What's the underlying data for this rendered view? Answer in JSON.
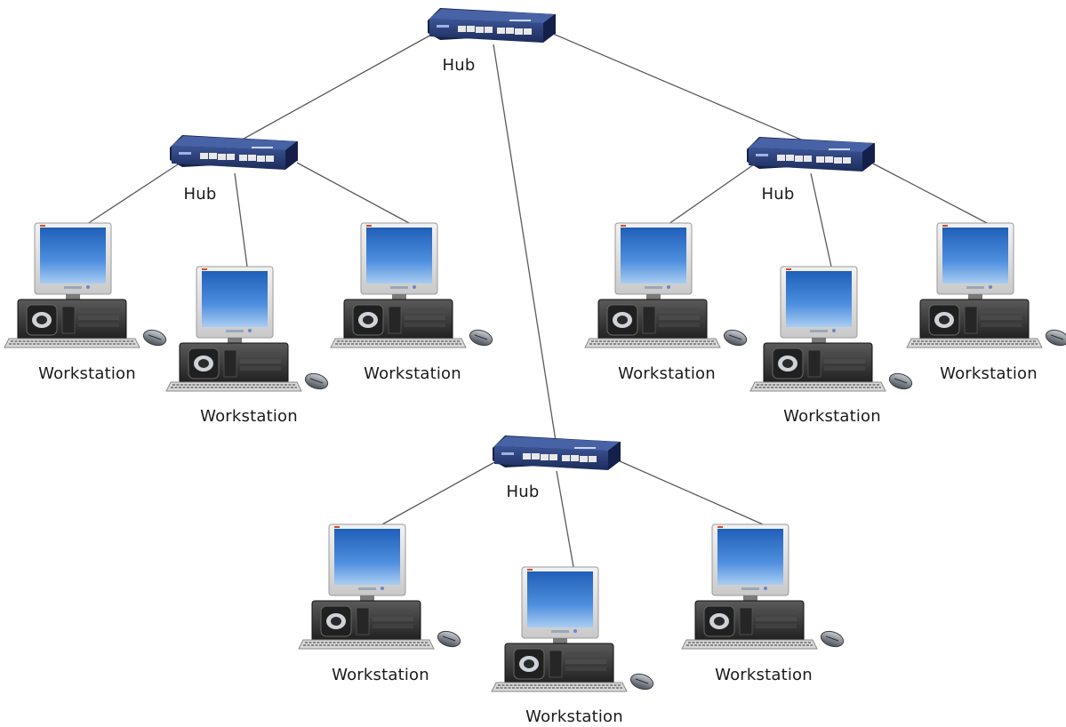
{
  "title": "",
  "hubs": [
    {
      "id": "hub-root",
      "label": "Hub"
    },
    {
      "id": "hub-left",
      "label": "Hub"
    },
    {
      "id": "hub-right",
      "label": "Hub"
    },
    {
      "id": "hub-bottom",
      "label": "Hub"
    }
  ],
  "workstations": [
    {
      "id": "ws-left-1",
      "label": "Workstation",
      "hub": "hub-left"
    },
    {
      "id": "ws-left-2",
      "label": "Workstation",
      "hub": "hub-left"
    },
    {
      "id": "ws-left-3",
      "label": "Workstation",
      "hub": "hub-left"
    },
    {
      "id": "ws-right-1",
      "label": "Workstation",
      "hub": "hub-right"
    },
    {
      "id": "ws-right-2",
      "label": "Workstation",
      "hub": "hub-right"
    },
    {
      "id": "ws-right-3",
      "label": "Workstation",
      "hub": "hub-right"
    },
    {
      "id": "ws-bottom-1",
      "label": "Workstation",
      "hub": "hub-bottom"
    },
    {
      "id": "ws-bottom-2",
      "label": "Workstation",
      "hub": "hub-bottom"
    },
    {
      "id": "ws-bottom-3",
      "label": "Workstation",
      "hub": "hub-bottom"
    }
  ],
  "hub_links": [
    {
      "from": "hub-root",
      "to": "hub-left"
    },
    {
      "from": "hub-root",
      "to": "hub-right"
    },
    {
      "from": "hub-root",
      "to": "hub-bottom"
    }
  ],
  "colors": {
    "hub_body": "#2a3f73",
    "screen": "#3a7fd0",
    "case": "#3a3a3a",
    "link": "#555555"
  }
}
